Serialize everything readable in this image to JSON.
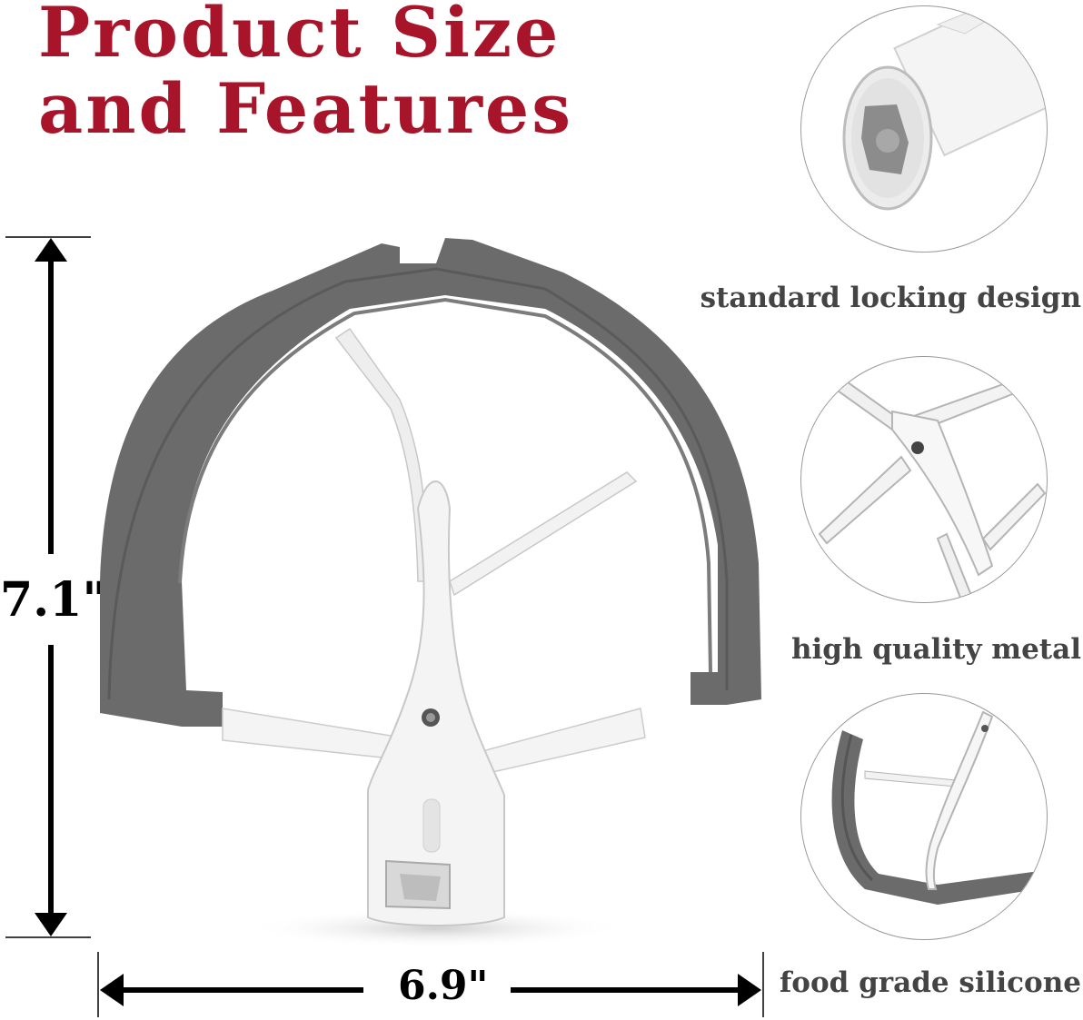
{
  "title": {
    "line1": "Product Size",
    "line2": "and Features"
  },
  "dimensions": {
    "height": "7.1\"",
    "width": "6.9\""
  },
  "features": [
    {
      "label": "standard locking design",
      "icon": "locking-hub-closeup"
    },
    {
      "label": "high quality metal",
      "icon": "metal-frame-closeup"
    },
    {
      "label": "food grade silicone",
      "icon": "silicone-edge-closeup"
    }
  ],
  "colors": {
    "title": "#a8142a",
    "silicone": "#6b6b6b",
    "metal": "#f2f2f2"
  }
}
